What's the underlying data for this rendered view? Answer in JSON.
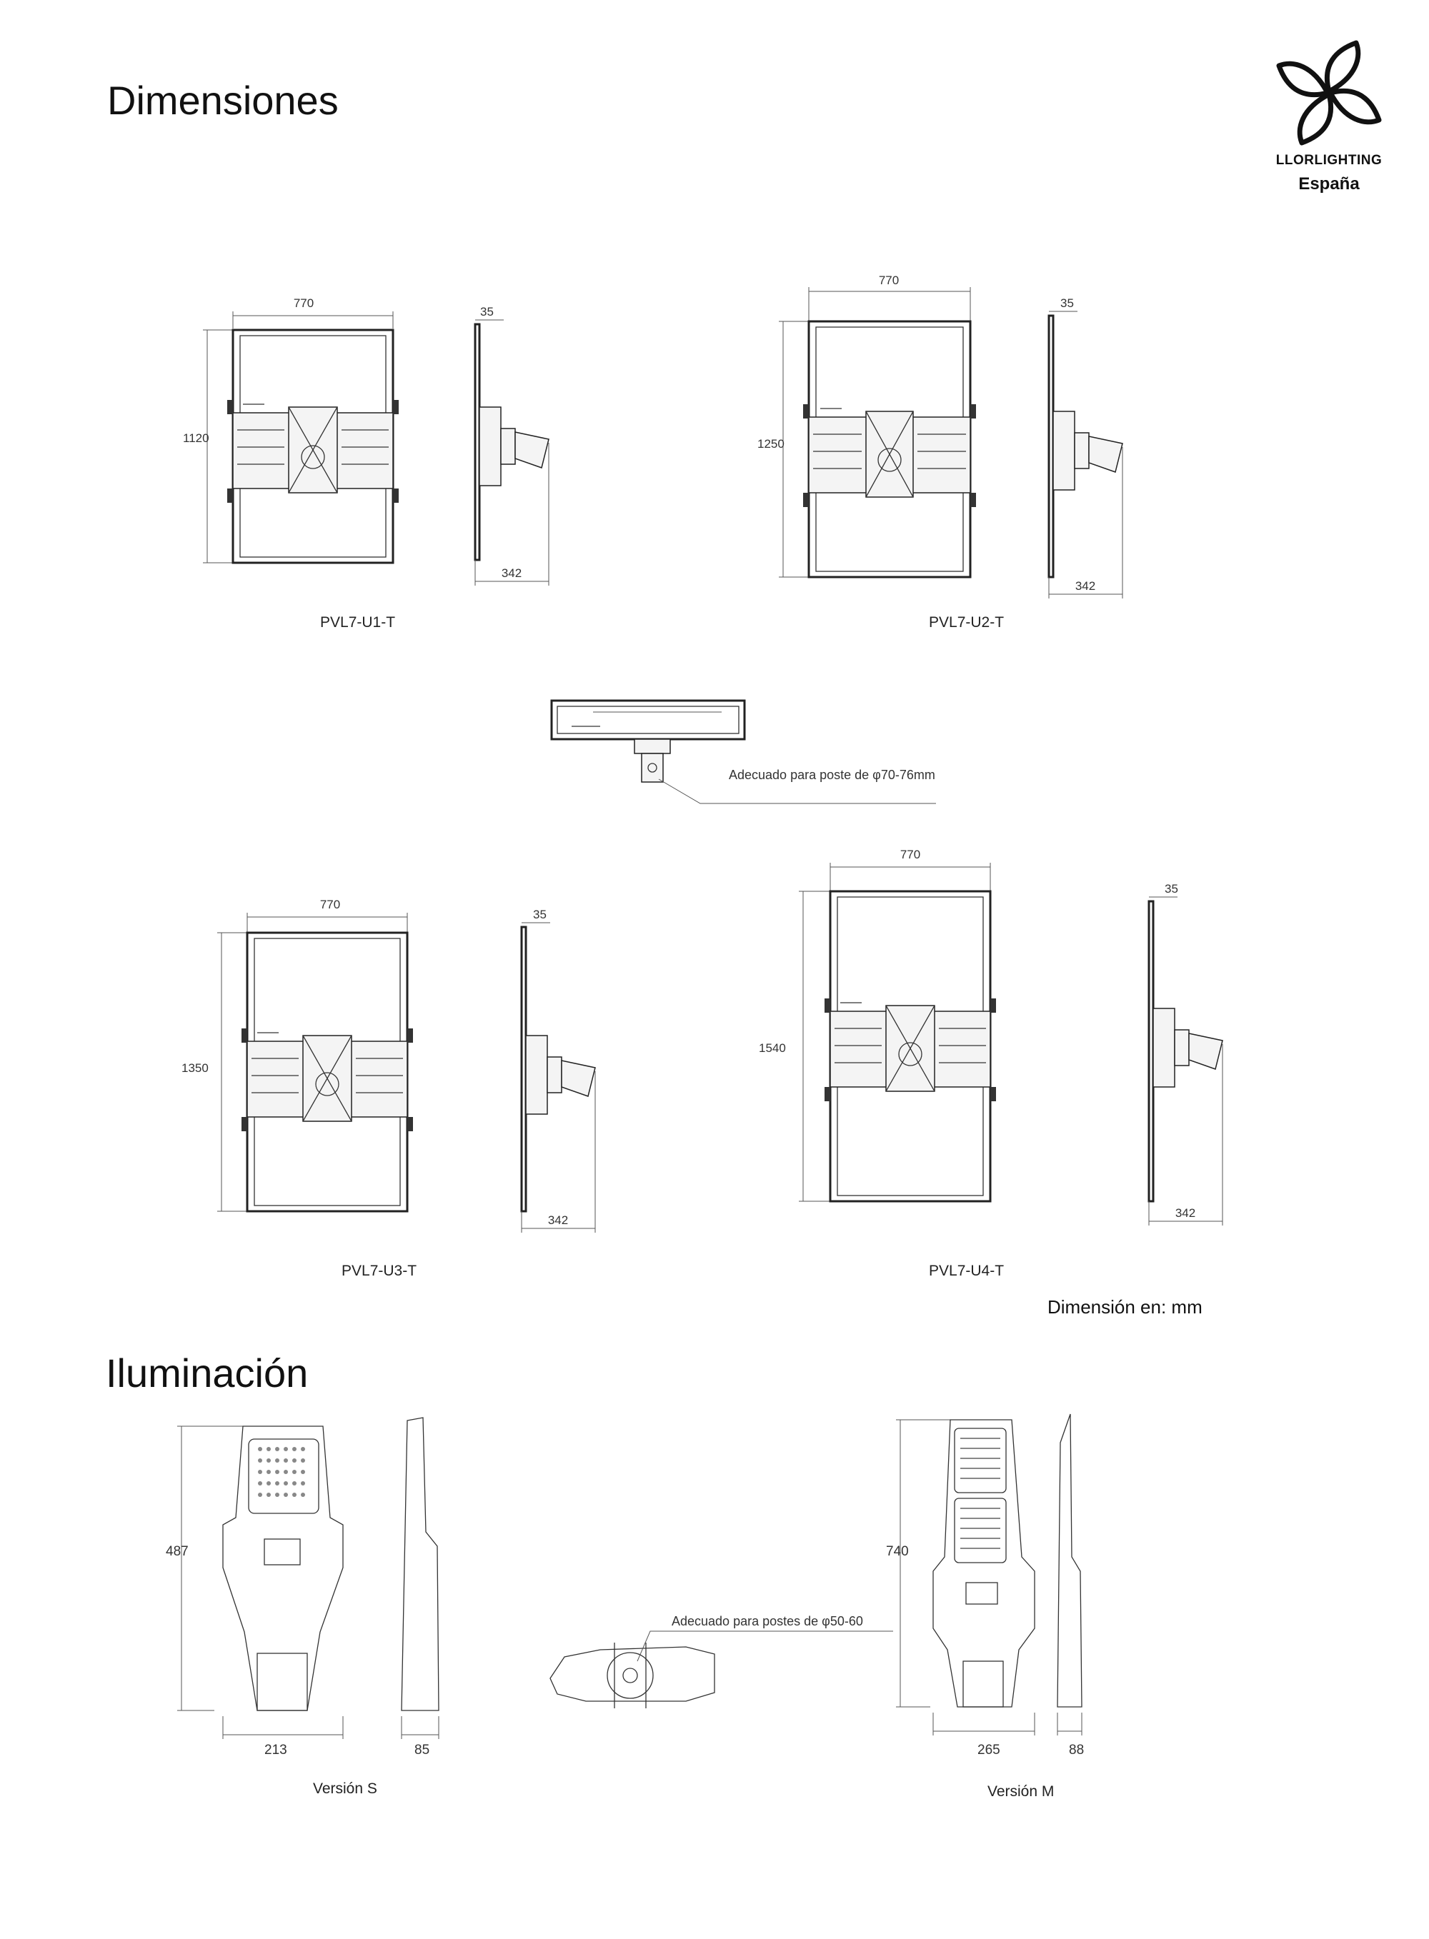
{
  "page": {
    "title_dimensions": "Dimensiones",
    "title_illumination": "Iluminación",
    "units_note": "Dimensión en: mm"
  },
  "brand": {
    "name": "LLORLIGHTING",
    "country": "España",
    "logo_icon": "pinwheel-logo"
  },
  "models": [
    {
      "label": "PVL7-U1-T",
      "width": "770",
      "height": "1120",
      "depth": "342",
      "thickness": "35"
    },
    {
      "label": "PVL7-U2-T",
      "width": "770",
      "height": "1250",
      "depth": "342",
      "thickness": "35"
    },
    {
      "label": "PVL7-U3-T",
      "width": "770",
      "height": "1350",
      "depth": "342",
      "thickness": "35"
    },
    {
      "label": "PVL7-U4-T",
      "width": "770",
      "height": "1540",
      "depth": "342",
      "thickness": "35"
    }
  ],
  "top_view": {
    "callout": "Adecuado para poste de φ70-76mm"
  },
  "lamp_versions": [
    {
      "label": "Versión S",
      "height": "487",
      "width": "213",
      "depth": "85"
    },
    {
      "label": "Versión M",
      "height": "740",
      "width": "265",
      "depth": "88"
    }
  ],
  "lamp_top_view": {
    "callout": "Adecuado para postes de φ50-60"
  },
  "colors": {
    "line": "#333333",
    "text": "#111111",
    "background": "#ffffff"
  }
}
